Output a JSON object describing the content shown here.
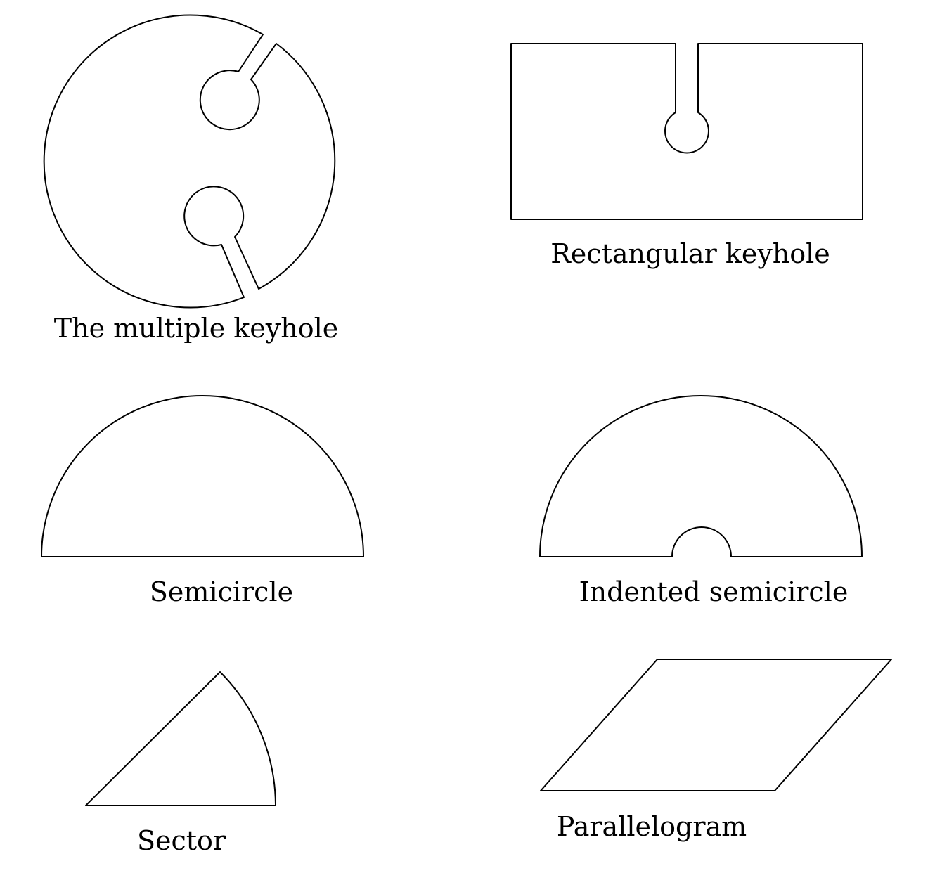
{
  "colors": {
    "stroke": "#000000",
    "background": "#ffffff"
  },
  "shapes": {
    "multiple_keyhole": {
      "label": "The multiple keyhole"
    },
    "rectangular_keyhole": {
      "label": "Rectangular keyhole"
    },
    "semicircle": {
      "label": "Semicircle"
    },
    "indented_semicircle": {
      "label": "Indented semicircle"
    },
    "sector": {
      "label": "Sector"
    },
    "parallelogram": {
      "label": "Parallelogram"
    }
  }
}
